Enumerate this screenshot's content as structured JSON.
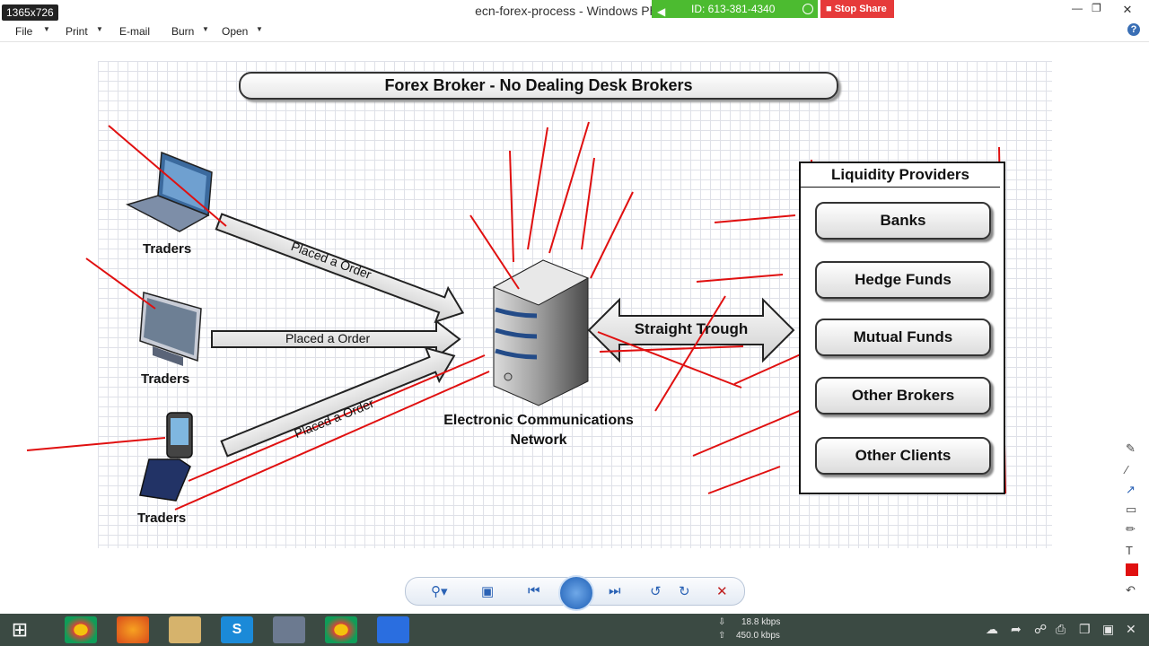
{
  "window": {
    "dimensions_badge": "1365x726",
    "title": "ecn-forex-process - Windows Photo",
    "share_id": "ID: 613-381-4340",
    "stop_share": "Stop Share",
    "minimize": "—",
    "maximize": "❐",
    "close": "✕"
  },
  "menu": {
    "file": "File",
    "print": "Print",
    "email": "E-mail",
    "burn": "Burn",
    "open": "Open",
    "help": "?"
  },
  "diagram": {
    "title": "Forex Broker - No Dealing Desk Brokers",
    "traders": [
      "Traders",
      "Traders",
      "Traders"
    ],
    "orders": [
      "Placed a Order",
      "Placed a Order",
      "Placed a Order"
    ],
    "ecn_line1": "Electronic Communications",
    "ecn_line2": "Network",
    "straight_through": "Straight Trough",
    "liquidity_title": "Liquidity Providers",
    "providers": [
      "Banks",
      "Hedge Funds",
      "Mutual Funds",
      "Other Brokers",
      "Other Clients"
    ],
    "annotation_color": "#e01010"
  },
  "taskbar": {
    "upload_speed": "18.8 kbps",
    "download_speed": "450.0 kbps"
  }
}
